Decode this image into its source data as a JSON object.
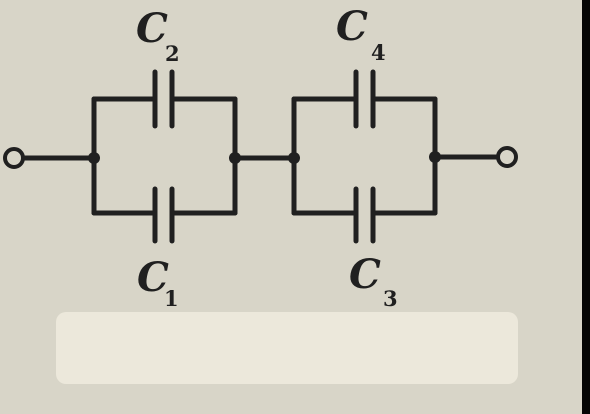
{
  "labels": {
    "c2": {
      "main": "C",
      "sub": "2"
    },
    "c4": {
      "main": "C",
      "sub": "4"
    },
    "c1": {
      "main": "C",
      "sub": "1"
    },
    "c3": {
      "main": "C",
      "sub": "3"
    }
  }
}
